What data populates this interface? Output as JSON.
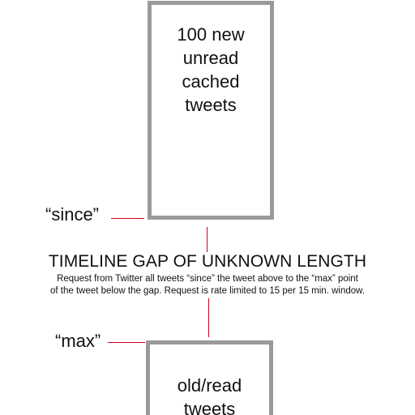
{
  "top_box": {
    "text": "100 new\nunread\ncached\ntweets"
  },
  "bottom_box": {
    "text": "old/read\ntweets"
  },
  "markers": {
    "since_label": "“since”",
    "max_label": "“max”"
  },
  "gap": {
    "title": "TIMELINE GAP OF UNKNOWN LENGTH",
    "description": "Request from Twitter all tweets “since” the tweet above to the “max” point\nof the tweet below the gap. Request is rate limited to 15 per 15 min. window."
  },
  "colors": {
    "box_border": "#9a9a9a",
    "connector": "#d0021b"
  }
}
